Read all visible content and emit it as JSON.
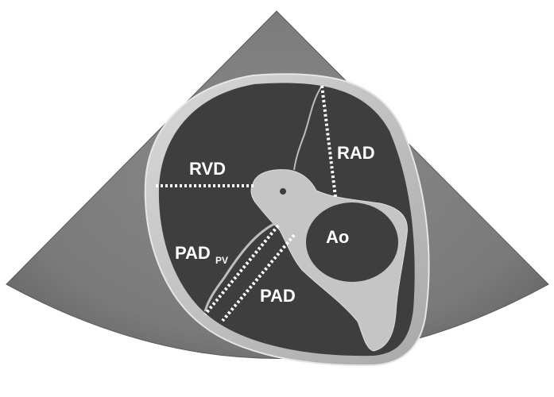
{
  "image": {
    "kind": "echocardiogram",
    "view": "parasternal short-axis sector",
    "colors": {
      "sector": "#7d7d7d",
      "lumen": "#3e3e3e",
      "wall": "#c9c9c9",
      "labels": "#ffffff"
    }
  },
  "labels": {
    "rvd": "RVD",
    "rad": "RAD",
    "pad_pv_main": "PAD",
    "pad_pv_sub": "PV",
    "ao": "Ao",
    "pad": "PAD"
  }
}
